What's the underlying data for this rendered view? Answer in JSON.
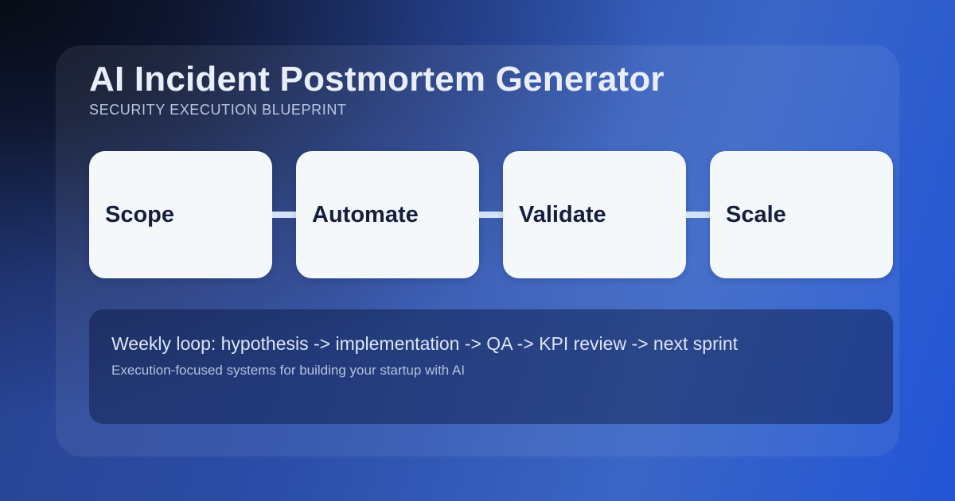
{
  "header": {
    "title": "AI Incident Postmortem Generator",
    "subtitle": "SECURITY EXECUTION BLUEPRINT"
  },
  "steps": [
    {
      "label": "Scope"
    },
    {
      "label": "Automate"
    },
    {
      "label": "Validate"
    },
    {
      "label": "Scale"
    }
  ],
  "footer": {
    "loop_text": "Weekly loop: hypothesis -> implementation -> QA -> KPI review -> next sprint",
    "tagline": "Execution-focused systems for building your startup with AI"
  },
  "colors": {
    "background_dark": "#070b14",
    "background_blue": "#2254d6",
    "panel_overlay": "rgba(255,255,255,0.07)",
    "card_background": "#f5f8fb",
    "card_text": "#141f3d",
    "connector": "#d3e4f8",
    "footer_background": "rgba(9,21,62,0.46)",
    "title_text": "#e9eefb",
    "subtitle_text": "#bac7e2"
  }
}
